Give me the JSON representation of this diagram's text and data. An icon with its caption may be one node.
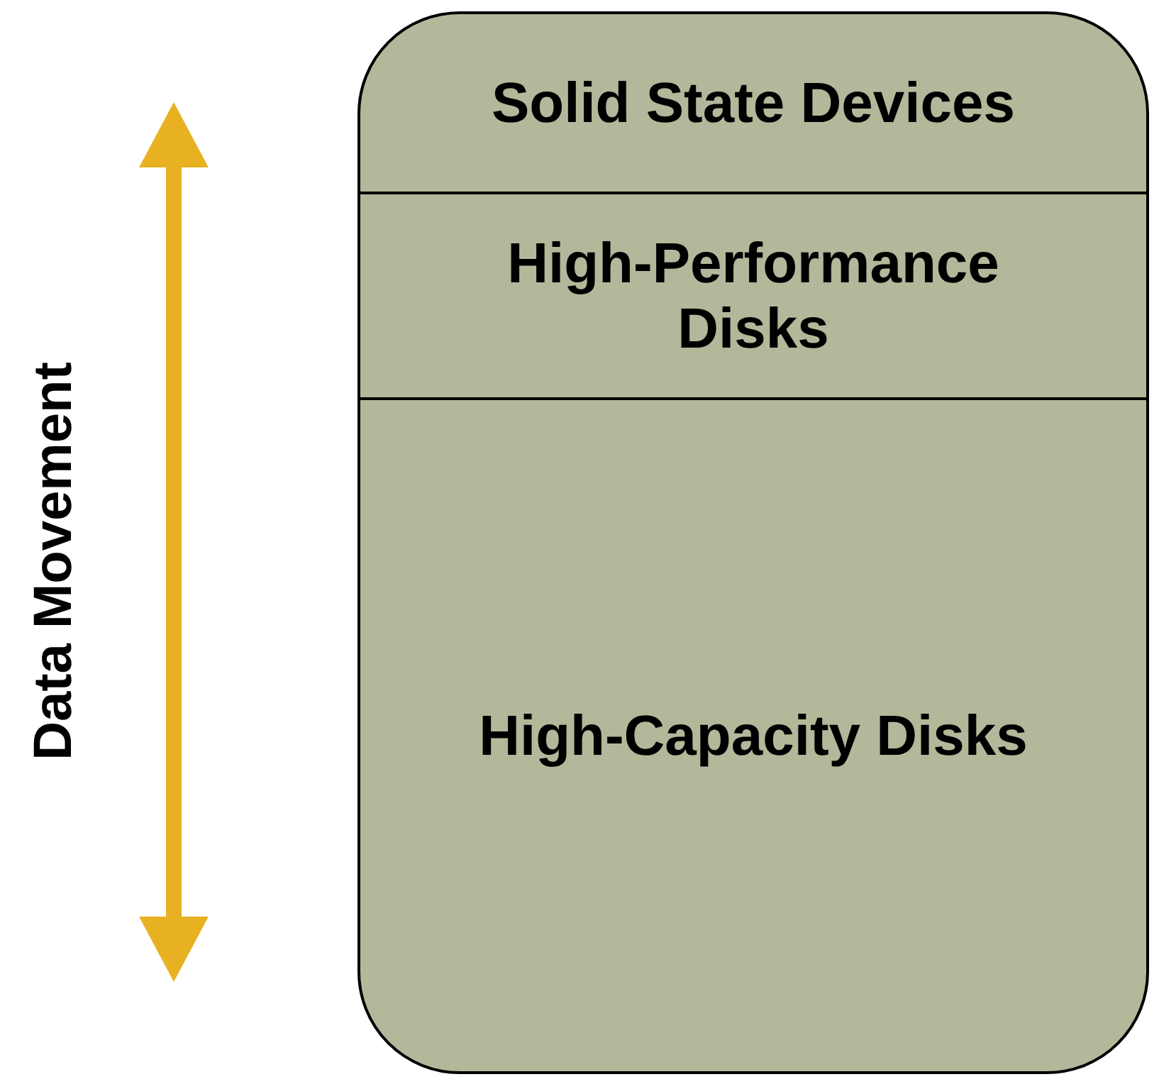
{
  "diagram": {
    "nodes": [
      {
        "text": [],
        "shape": "box"
      },
      {
        "text": [
          "Solid State Devices"
        ],
        "in": 0
      },
      {
        "text": [
          "High-Performance Disks"
        ],
        "in": 0
      },
      {
        "text": [
          "High-Capacity Disks"
        ],
        "in": 0
      }
    ],
    "labels": [
      "Data Movement"
    ]
  }
}
